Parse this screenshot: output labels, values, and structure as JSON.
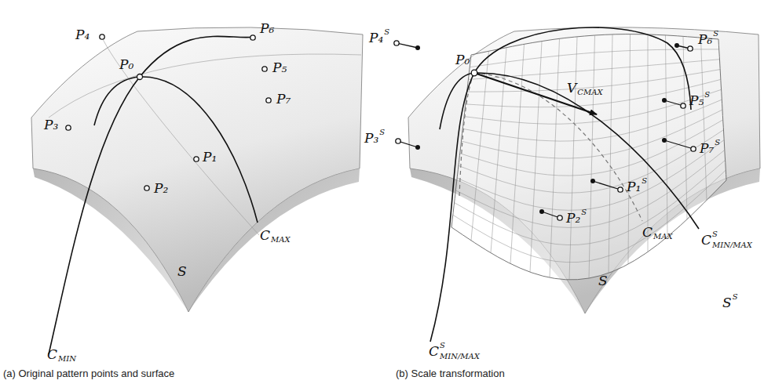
{
  "diagram": {
    "labels": [
      "P₄",
      "P₆",
      "P₀",
      "P₅",
      "P₃",
      "P₇",
      "P₁",
      "P₂",
      "C",
      "MAX",
      "S",
      "C",
      "MIN",
      "(a) Original pattern points and surface",
      "(b) Scale transformation",
      "P₄",
      "S",
      "P₆",
      "S",
      "P₀",
      "P₅",
      "S",
      "P₃",
      "S",
      "P₇",
      "S",
      "P₁",
      "S",
      "P₂",
      "S",
      "V",
      "CMAX",
      "C",
      "MAX",
      "C",
      "S",
      "MIN/MAX",
      "S",
      "S",
      "S",
      "C",
      "S",
      "MIN/MAX"
    ]
  }
}
